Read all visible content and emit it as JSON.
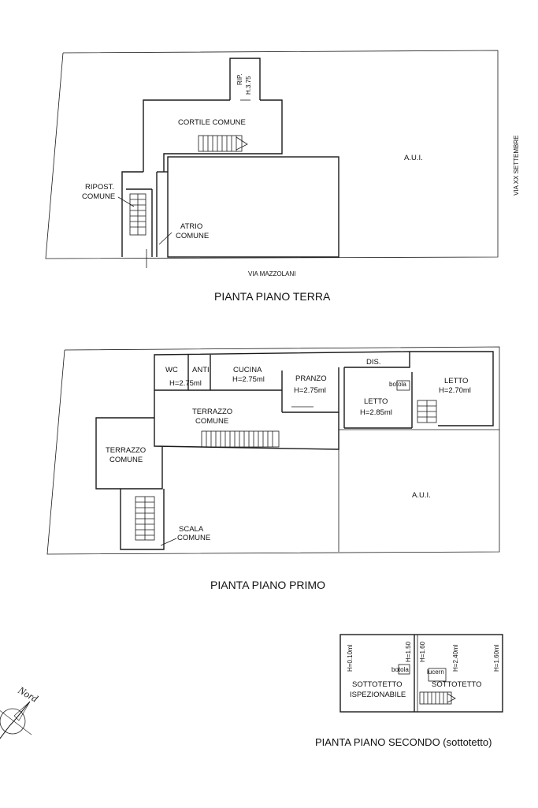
{
  "ground_floor": {
    "title": "PIANTA PIANO TERRA",
    "street_south": "VIA MAZZOLANI",
    "street_east": "VIA XX SETTEMBRE",
    "rooms": {
      "rip": "RIP.",
      "rip_height": "H.3.75",
      "cortile": "CORTILE COMUNE",
      "aui": "A.U.I.",
      "ripost_1": "RIPOST.",
      "ripost_2": "COMUNE",
      "atrio_1": "ATRIO",
      "atrio_2": "COMUNE"
    }
  },
  "first_floor": {
    "title": "PIANTA PIANO PRIMO",
    "rooms": {
      "wc": "WC",
      "anti": "ANTI",
      "wc_height": "H=2.75ml",
      "cucina": "CUCINA",
      "cucina_height": "H=2.75ml",
      "pranzo": "PRANZO",
      "pranzo_height": "H=2.75ml",
      "dis": "DIS.",
      "botola": "botola",
      "letto_1": "LETTO",
      "letto_1_height": "H=2.85ml",
      "letto_2": "LETTO",
      "letto_2_height": "H=2.70ml",
      "terrazzo_1a": "TERRAZZO",
      "terrazzo_1b": "COMUNE",
      "terrazzo_2a": "TERRAZZO",
      "terrazzo_2b": "COMUNE",
      "aui": "A.U.I.",
      "scala_1": "SCALA",
      "scala_2": "COMUNE"
    }
  },
  "second_floor": {
    "title": "PIANTA PIANO SECONDO (sottotetto)",
    "rooms": {
      "h010": "H=0.10ml",
      "h150": "H=1.50",
      "h160a": "H=1.60",
      "h240": "H=2.40ml",
      "h160b": "H=1.60ml",
      "botola": "botola",
      "lucern": "lucern",
      "sottotetto_1a": "SOTTOTETTO",
      "sottotetto_1b": "ISPEZIONABILE",
      "sottotetto_2": "SOTTOTETTO"
    }
  },
  "compass": {
    "label": "Nord"
  }
}
